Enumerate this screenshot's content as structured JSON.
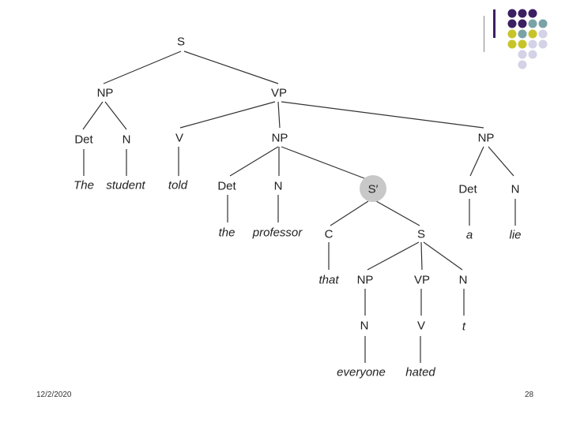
{
  "slide": {
    "date": "12/2/2020",
    "page_number": "28",
    "accent_colors": {
      "purple": "#3c1f63",
      "teal": "#79a3a6",
      "olive": "#c7c42a",
      "lavender": "#d3d2e6"
    }
  },
  "tree": {
    "labels": {
      "s_root": "S",
      "np_subj": "NP",
      "vp_main": "VP",
      "det_subj": "Det",
      "n_subj": "N",
      "word_the": "The",
      "word_student": "student",
      "v_main": "V",
      "word_told": "told",
      "np_obj": "NP",
      "det_obj": "Det",
      "n_obj": "N",
      "word_the2": "the",
      "word_professor": "professor",
      "s_bar": "S′",
      "c": "C",
      "word_that": "that",
      "s_emb": "S",
      "np_emb": "NP",
      "n_emb": "N",
      "word_everyone": "everyone",
      "vp_emb": "VP",
      "v_emb": "V",
      "word_hated": "hated",
      "n_trace": "N",
      "word_t": "t",
      "np_lie": "NP",
      "det_lie": "Det",
      "n_lie": "N",
      "word_a": "a",
      "word_lie": "lie"
    }
  }
}
